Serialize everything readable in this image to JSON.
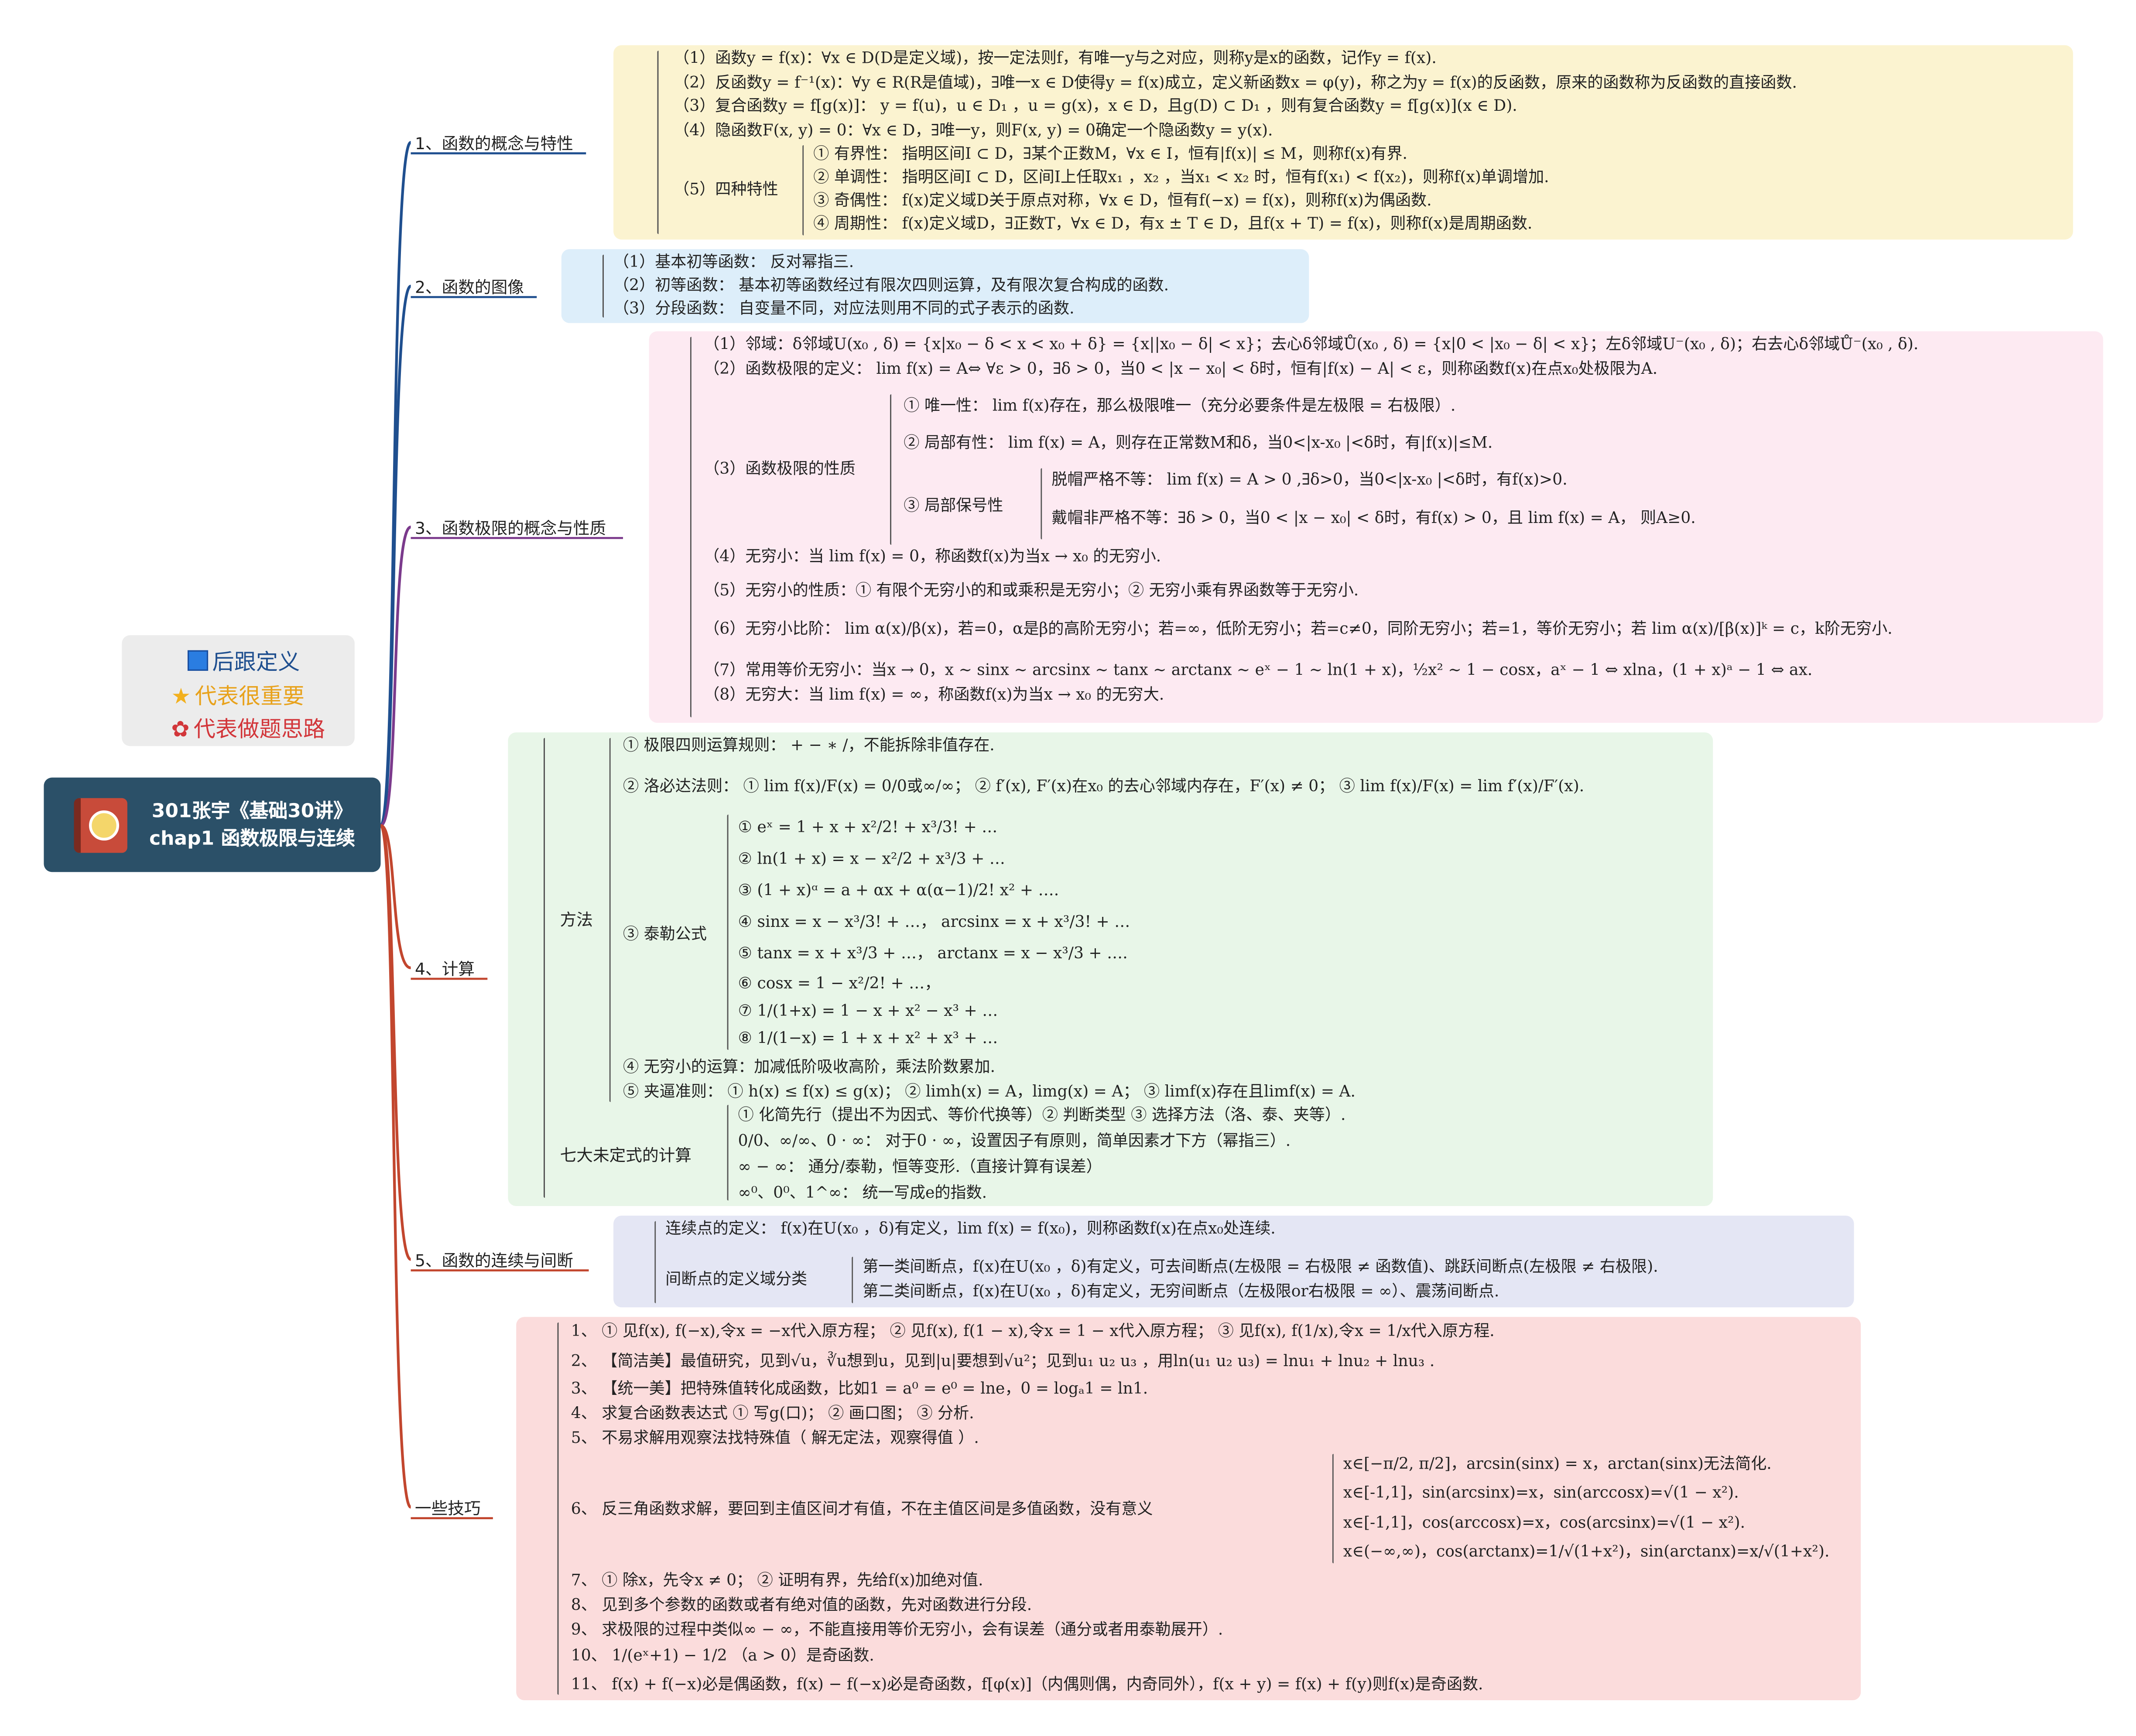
{
  "root": {
    "line1": "301张宇《基础30讲》",
    "line2": "chap1 函数极限与连续"
  },
  "legend": {
    "r1": "后跟定义",
    "r2": "代表很重要",
    "r3": "代表做题思路"
  },
  "branches": {
    "b1": "1、函数的概念与特性",
    "b2": "2、函数的图像",
    "b3": "3、函数极限的概念与性质",
    "b4": "4、计算",
    "b5": "5、函数的连续与间断",
    "b6": "一些技巧"
  },
  "colors": {
    "root": "#2b5068",
    "b1": "#1f4f8f",
    "b2": "#1f4f8f",
    "b3": "#7b3a8c",
    "b4": "#c2462e",
    "b5": "#c2462e",
    "b6": "#c2462e"
  },
  "p1": [
    "（1）函数y = f(x)：∀x ∈ D(D是定义域)，按一定法则f，有唯一y与之对应，则称y是x的函数，记作y = f(x).",
    "（2）反函数y = f⁻¹(x)：∀y ∈ R(R是值域)，∃唯一x ∈ D使得y = f(x)成立，定义新函数x = φ(y)，称之为y = f(x)的反函数，原来的函数称为反函数的直接函数.",
    "（3）复合函数y = f[g(x)]： y = f(u)，u ∈ D₁ ，u = g(x)，x ∈ D，且g(D) ⊂ D₁ ，则有复合函数y = f[g(x)](x ∈ D).",
    "（4）隐函数F(x, y) = 0：∀x ∈ D，∃唯一y，则F(x, y) = 0确定一个隐函数y = y(x).",
    "（5）四种特性",
    "① 有界性： 指明区间I ⊂ D，∃某个正数M，∀x ∈ I，恒有|f(x)| ≤ M，则称f(x)有界.",
    "② 单调性： 指明区间I ⊂ D，区间I上任取x₁ ，x₂ ，当x₁ < x₂ 时，恒有f(x₁) < f(x₂)，则称f(x)单调增加.",
    "③ 奇偶性： f(x)定义域D关于原点对称，∀x ∈ D，恒有f(−x) = f(x)，则称f(x)为偶函数.",
    "④ 周期性： f(x)定义域D，∃正数T，∀x ∈ D，有x ± T ∈ D，且f(x + T) = f(x)，则称f(x)是周期函数."
  ],
  "p2": [
    "（1）基本初等函数： 反对幂指三.",
    "（2）初等函数： 基本初等函数经过有限次四则运算，及有限次复合构成的函数.",
    "（3）分段函数： 自变量不同，对应法则用不同的式子表示的函数."
  ],
  "p3": [
    "（1）邻域：δ邻域U(x₀ , δ) = {x|x₀ − δ < x < x₀ + δ} = {x||x₀ − δ| < x}；去心δ邻域Ů(x₀ , δ) = {x|0 < |x₀ − δ| < x}；左δ邻域U⁻(x₀ , δ)；右去心δ邻域Ů⁻(x₀ , δ).",
    "（2）函数极限的定义： lim f(x) = A⇔ ∀ε > 0，∃δ > 0，当0 < |x − x₀| < δ时，恒有|f(x) − A| < ε，则称函数f(x)在点x₀处极限为A.",
    "（3）函数极限的性质",
    "① 唯一性： lim f(x)存在，那么极限唯一（充分必要条件是左极限 = 右极限）.",
    "② 局部有性： lim f(x) = A，则存在正常数M和δ，当0<|x-x₀ |<δ时，有|f(x)|≤M.",
    "③ 局部保号性",
    "脱帽严格不等： lim f(x) = A > 0 ,∃δ>0，当0<|x-x₀ |<δ时，有f(x)>0.",
    "戴帽非严格不等：∃δ > 0，当0 < |x − x₀| < δ时，有f(x) > 0，且 lim f(x) = A， 则A≥0.",
    "（4）无穷小：当 lim f(x) = 0，称函数f(x)为当x → x₀ 的无穷小.",
    "（5）无穷小的性质：① 有限个无穷小的和或乘积是无穷小；② 无穷小乘有界函数等于无穷小.",
    "（6）无穷小比阶： lim α(x)/β(x)，若=0，α是β的高阶无穷小；若=∞，低阶无穷小；若=c≠0，同阶无穷小；若=1，等价无穷小；若 lim α(x)/[β(x)]ᵏ = c，k阶无穷小.",
    "（7）常用等价无穷小：当x → 0，x ∼ sinx ∼ arcsinx ∼ tanx ∼ arctanx ∼ eˣ − 1 ∼ ln(1 + x)，½x² ∼ 1 − cosx，aˣ − 1 ⇔ xlna，(1 + x)ᵃ − 1 ⇔ ax.",
    "（8）无穷大：当 lim f(x) = ∞，称函数f(x)为当x → x₀ 的无穷大."
  ],
  "p4": {
    "method": "方法",
    "rules": [
      "① 极限四则运算规则： + − ∗ /，不能拆除非值存在.",
      "② 洛必达法则： ① lim f(x)/F(x) = 0/0或∞/∞； ② f′(x), F′(x)在x₀ 的去心邻域内存在，F′(x) ≠ 0； ③ lim f(x)/F(x) = lim f′(x)/F′(x).",
      "③ 泰勒公式",
      "④ 无穷小的运算：加减低阶吸收高阶，乘法阶数累加.",
      "⑤ 夹逼准则： ① h(x) ≤ f(x) ≤ g(x)； ② limh(x) = A，limg(x) = A； ③ limf(x)存在且limf(x) = A."
    ],
    "taylor": [
      "① eˣ = 1 + x + x²/2! + x³/3! + …",
      "② ln(1 + x) = x − x²/2 + x³/3 + …",
      "③ (1 + x)ᵅ = a + αx + α(α−1)/2! x² + ….",
      "④ sinx = x − x³/3! + …， arcsinx = x + x³/3! + …",
      "⑤ tanx = x + x³/3 + …， arctanx = x − x³/3 + ….",
      "⑥ cosx = 1 − x²/2! + …，",
      "⑦ 1/(1+x) = 1 − x + x² − x³ + …",
      "⑧ 1/(1−x) = 1 + x + x² + x³ + …"
    ],
    "seven": "七大未定式的计算",
    "seven_items": [
      "① 化简先行（提出不为因式、等价代换等）② 判断类型 ③ 选择方法（洛、泰、夹等）.",
      "0/0、∞/∞、0 · ∞： 对于0 · ∞，设置因子有原则，简单因素才下方（幂指三）.",
      "∞ − ∞： 通分/泰勒，恒等变形.（直接计算有误差）",
      "∞⁰、0⁰、1^∞： 统一写成e的指数."
    ]
  },
  "p5": [
    "连续点的定义： f(x)在U(x₀ ，δ)有定义，lim f(x) = f(x₀)，则称函数f(x)在点x₀处连续.",
    "间断点的定义域分类",
    "第一类间断点，f(x)在U(x₀ ，δ)有定义，可去间断点(左极限 = 右极限 ≠ 函数值)、跳跃间断点(左极限 ≠ 右极限).",
    "第二类间断点，f(x)在U(x₀ ，δ)有定义，无穷间断点（左极限or右极限 = ∞）、震荡间断点."
  ],
  "p6": [
    "1、 ① 见f(x), f(−x),令x = −x代入原方程； ② 见f(x), f(1 − x),令x = 1 − x代入原方程； ③ 见f(x), f(1/x),令x = 1/x代入原方程.",
    "2、 【简洁美】最值研究，见到√u，∛u想到u，见到|u|要想到√u²；见到u₁ u₂ u₃ ，用ln(u₁ u₂ u₃) = lnu₁ + lnu₂ + lnu₃ .",
    "3、 【统一美】把特殊值转化成函数，比如1 = a⁰ = e⁰ = lne，0 = logₐ1 = ln1.",
    "4、 求复合函数表达式 ① 写g(口)； ② 画口图； ③ 分析.",
    "5、 不易求解用观察法找特殊值（ 解无定法，观察得值 ）.",
    "6、 反三角函数求解，要回到主值区间才有值，不在主值区间是多值函数，没有意义",
    "7、 ① 除x，先令x ≠ 0； ② 证明有界，先给f(x)加绝对值.",
    "8、 见到多个参数的函数或者有绝对值的函数，先对函数进行分段.",
    "9、 求极限的过程中类似∞ − ∞，不能直接用等价无穷小，会有误差（通分或者用泰勒展开）.",
    "10、 1/(eˣ+1) − 1/2 （a > 0）是奇函数.",
    "11、 f(x) + f(−x)必是偶函数，f(x) − f(−x)必是奇函数，f[φ(x)]（内偶则偶，内奇同外），f(x + y) = f(x) + f(y)则f(x)是奇函数."
  ],
  "p6_sub": [
    "x∈[−π/2, π/2]，arcsin(sinx) = x，arctan(sinx)无法简化.",
    "x∈[-1,1]，sin(arcsinx)=x，sin(arccosx)=√(1 − x²).",
    "x∈[-1,1]，cos(arccosx)=x，cos(arcsinx)=√(1 − x²).",
    "x∈(−∞,∞)，cos(arctanx)=1/√(1+x²)，sin(arctanx)=x/√(1+x²)."
  ]
}
